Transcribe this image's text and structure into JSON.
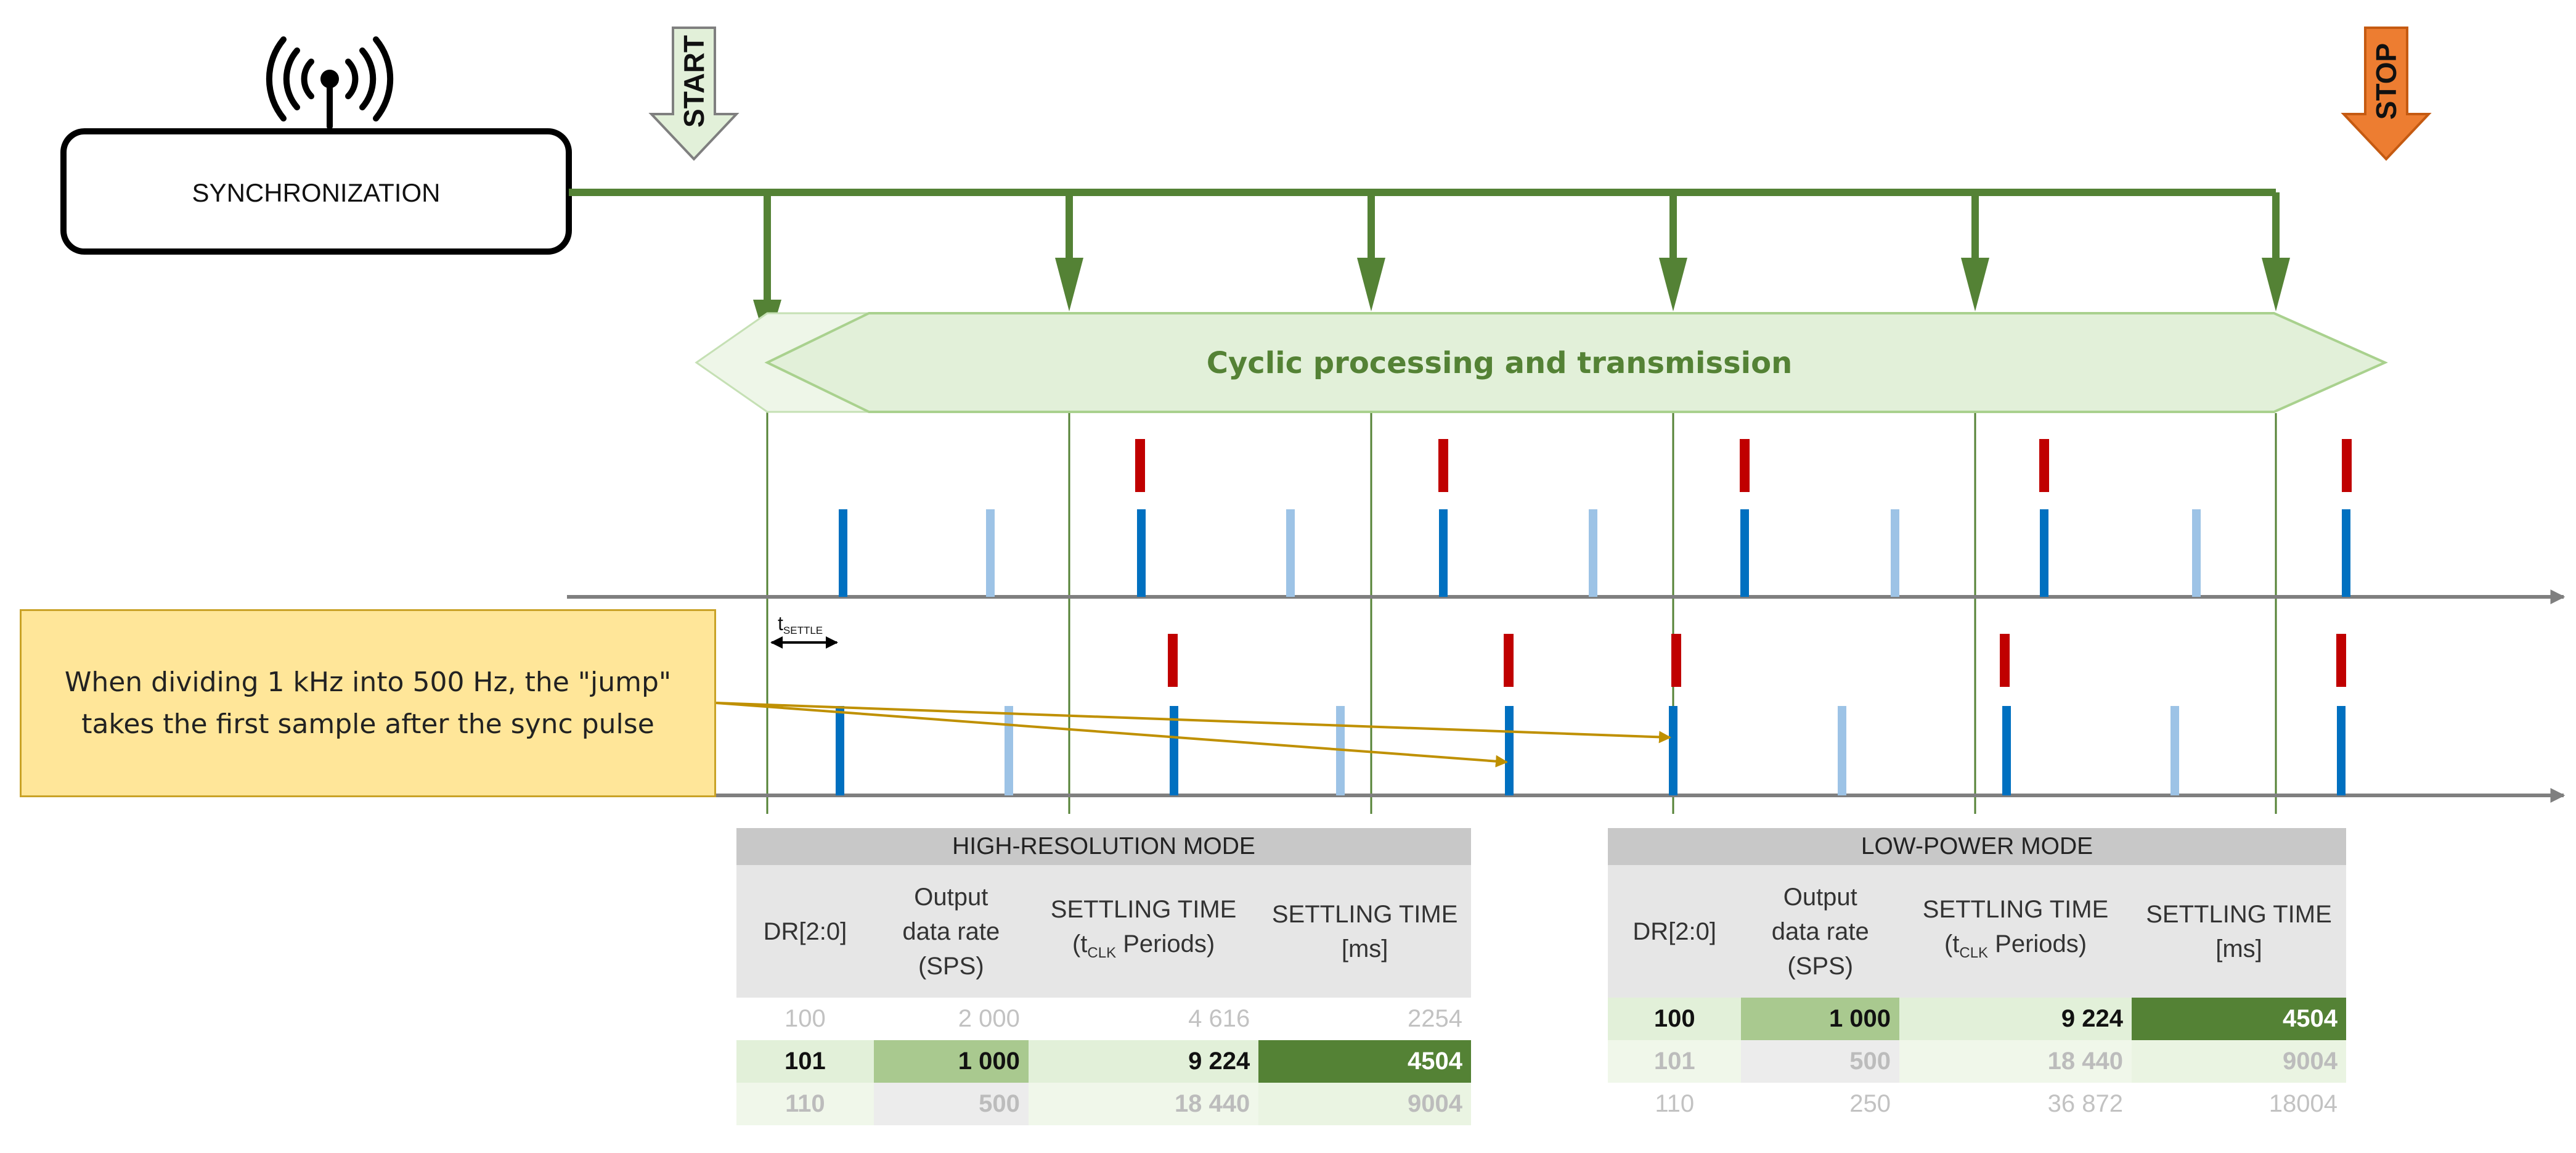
{
  "sync_box": {
    "label": "SYNCHRONIZATION",
    "icon": "antenna-icon"
  },
  "start_label": "START",
  "stop_label": "STOP",
  "process_label": "Cyclic processing and transmission",
  "t_settle": {
    "t": "t",
    "sub": "SETTLE"
  },
  "callout": {
    "line1": "When dividing 1 kHz into 500 Hz, the \"jump\"",
    "line2": "takes the first sample after the sync pulse"
  },
  "tables": {
    "high": {
      "title": "HIGH-RESOLUTION MODE",
      "headers": {
        "dr": "DR[2:0]",
        "rate": [
          "Output",
          "data rate",
          "(SPS)"
        ],
        "settle_clk": [
          "SETTLING TIME",
          "(t",
          "CLK",
          " Periods)"
        ],
        "settle_ms": [
          "SETTLING TIME",
          "[ms]"
        ]
      },
      "rows": [
        {
          "dr": "100",
          "rate": "2 000",
          "clk": "4 616",
          "ms": "2254"
        },
        {
          "dr": "101",
          "rate": "1 000",
          "clk": "9 224",
          "ms": "4504"
        },
        {
          "dr": "110",
          "rate": "500",
          "clk": "18 440",
          "ms": "9004"
        }
      ]
    },
    "low": {
      "title": "LOW-POWER MODE",
      "headers": {
        "dr": "DR[2:0]",
        "rate": [
          "Output",
          "data rate",
          "(SPS)"
        ],
        "settle_clk": [
          "SETTLING TIME",
          "(t",
          "CLK",
          " Periods)"
        ],
        "settle_ms": [
          "SETTLING TIME",
          "[ms]"
        ]
      },
      "rows": [
        {
          "dr": "100",
          "rate": "1 000",
          "clk": "9 224",
          "ms": "4504"
        },
        {
          "dr": "101",
          "rate": "500",
          "clk": "18 440",
          "ms": "9004"
        },
        {
          "dr": "110",
          "rate": "250",
          "clk": "36 872",
          "ms": "18004"
        }
      ]
    }
  },
  "colors": {
    "sync_line": "#548235",
    "start_fill": "#e2f0d9",
    "stop_fill": "#ed7d31",
    "process_fill": "#e2f0d9",
    "sample_dark": "#0070c0",
    "sample_light": "#9dc3e6",
    "marker_red": "#c00000",
    "axis": "#7f7f7f",
    "callout_fill": "#ffe699",
    "callout_arrow": "#bf9000"
  }
}
